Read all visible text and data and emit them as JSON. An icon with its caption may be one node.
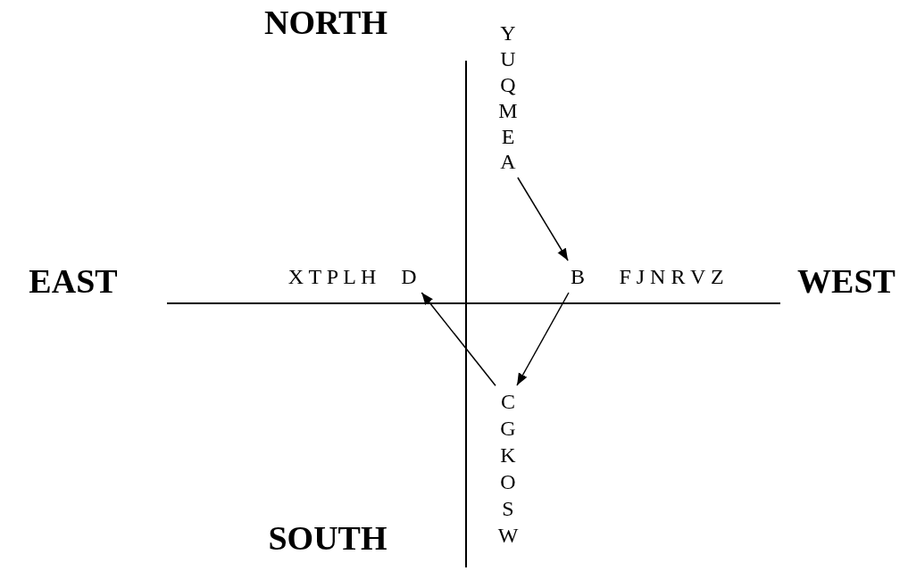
{
  "diagram": {
    "nodes": [
      {
        "text": [
          "A"
        ]
      },
      {
        "text": [
          "B"
        ]
      },
      {
        "text": [
          "C"
        ]
      },
      {
        "text": [
          "D"
        ]
      }
    ],
    "edges": [
      {
        "from": 0,
        "to": 1,
        "arrow": "to"
      },
      {
        "from": 1,
        "to": 2,
        "arrow": "to"
      },
      {
        "from": 2,
        "to": 3,
        "arrow": "to"
      }
    ],
    "labels": [
      "NORTH",
      "Y",
      "U",
      "Q",
      "M",
      "E",
      "EAST",
      "X T P L H",
      "F J N R V Z",
      "WEST",
      "G",
      "K",
      "O",
      "S",
      "W",
      "SOUTH"
    ]
  }
}
